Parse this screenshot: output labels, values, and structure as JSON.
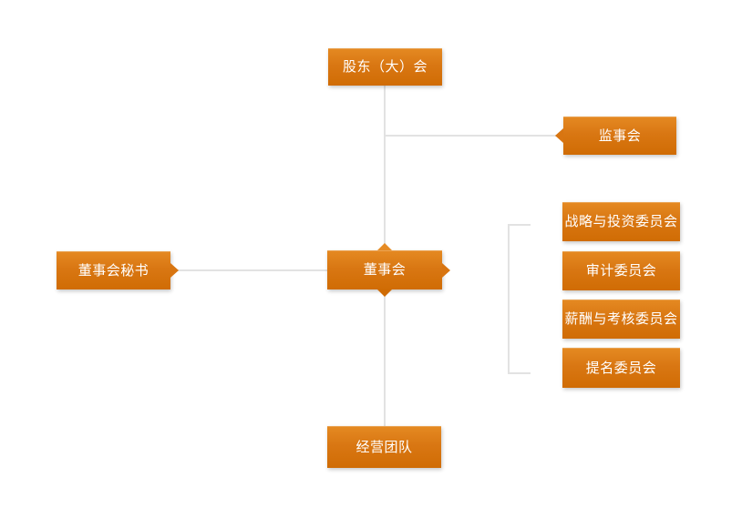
{
  "diagram": {
    "type": "org-chart",
    "background_color": "#ffffff",
    "node_fill_top": "#e58a22",
    "node_fill_bottom": "#d06c04",
    "node_text_color": "#ffffff",
    "connector_color": "#e2e2e2"
  },
  "nodes": {
    "shareholders": {
      "label": "股东（大）会"
    },
    "supervisory": {
      "label": "监事会"
    },
    "secretary": {
      "label": "董事会秘书"
    },
    "board": {
      "label": "董事会"
    },
    "strategy_committee": {
      "label": "战略与投资委员会"
    },
    "audit_committee": {
      "label": "审计委员会"
    },
    "remuneration_committee": {
      "label": "薪酬与考核委员会"
    },
    "nomination_committee": {
      "label": "提名委员会"
    },
    "management": {
      "label": "经营团队"
    }
  },
  "edges": [
    {
      "from": "shareholders",
      "to": "board"
    },
    {
      "from": "shareholders",
      "to": "supervisory"
    },
    {
      "from": "secretary",
      "to": "board"
    },
    {
      "from": "board",
      "to": "management"
    },
    {
      "from": "board",
      "to": "strategy_committee"
    },
    {
      "from": "board",
      "to": "audit_committee"
    },
    {
      "from": "board",
      "to": "remuneration_committee"
    },
    {
      "from": "board",
      "to": "nomination_committee"
    }
  ]
}
